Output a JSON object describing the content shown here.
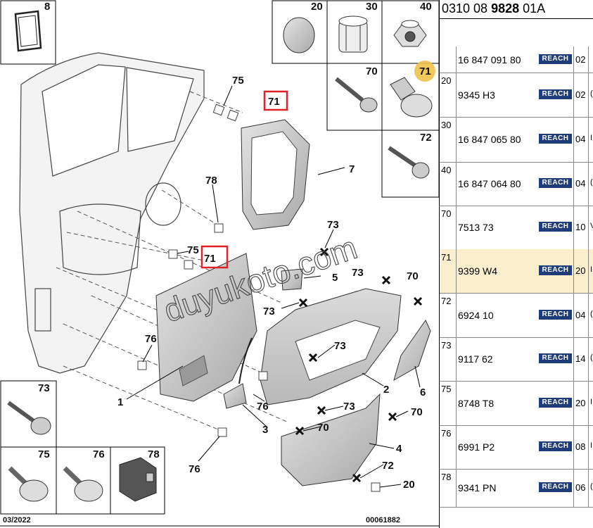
{
  "diagram": {
    "callouts": [
      "8",
      "20",
      "30",
      "40",
      "70",
      "71",
      "72",
      "75",
      "71",
      "7",
      "78",
      "73",
      "75",
      "71",
      "5",
      "73",
      "70",
      "73",
      "73",
      "1",
      "76",
      "6",
      "2",
      "76",
      "3",
      "73",
      "70",
      "70",
      "4",
      "72",
      "76",
      "20",
      "73",
      "75",
      "76",
      "78"
    ],
    "footer_date": "03/2022",
    "footer_code": "00061882",
    "watermark": "duyukoto.com"
  },
  "table": {
    "header_prefix": "0310 08 ",
    "header_bold": "9828",
    "header_suffix": " 01A",
    "reach_label": "REACH",
    "rows": [
      {
        "ref": "",
        "pn": "16 847 091 80",
        "qty": "02",
        "tr": ""
      },
      {
        "ref": "20",
        "pn": "9345 H3",
        "qty": "02",
        "tr": "("
      },
      {
        "ref": "30",
        "pn": "16 847 065 80",
        "qty": "04",
        "tr": "I"
      },
      {
        "ref": "40",
        "pn": "16 847 064 80",
        "qty": "04",
        "tr": "("
      },
      {
        "ref": "70",
        "pn": "7513 73",
        "qty": "10",
        "tr": "V"
      },
      {
        "ref": "71",
        "pn": "9399 W4",
        "qty": "20",
        "tr": "I"
      },
      {
        "ref": "72",
        "pn": "6924 10",
        "qty": "04",
        "tr": "("
      },
      {
        "ref": "73",
        "pn": "9117 62",
        "qty": "14",
        "tr": "("
      },
      {
        "ref": "75",
        "pn": "8748 T8",
        "qty": "20",
        "tr": "I"
      },
      {
        "ref": "76",
        "pn": "6991 P2",
        "qty": "08",
        "tr": "I"
      },
      {
        "ref": "78",
        "pn": "9341 PN",
        "qty": "06",
        "tr": "("
      }
    ]
  },
  "colors": {
    "reach_badge": "#1f3c7a",
    "highlight_row": "#fbeecd",
    "callout_box": "#e0202a",
    "callout_circle": "#f0c24a"
  }
}
